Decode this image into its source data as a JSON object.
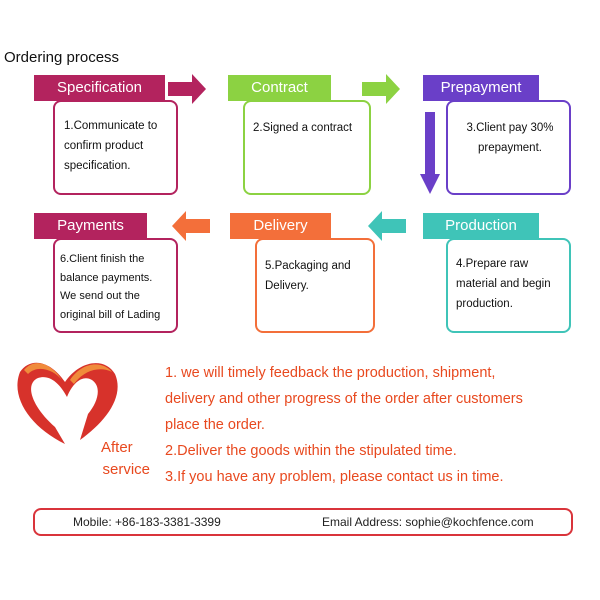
{
  "title": "Ordering process",
  "steps": [
    {
      "label": "Specification",
      "color": "#b3235e",
      "lines": [
        "1.Communicate to",
        "confirm product",
        "specification."
      ]
    },
    {
      "label": "Contract",
      "color": "#8cd242",
      "lines": [
        "2.Signed a contract"
      ]
    },
    {
      "label": "Prepayment",
      "color": "#6a3fc8",
      "lines": [
        "3.Client pay 30%",
        "prepayment."
      ]
    },
    {
      "label": "Payments",
      "color": "#b3235e",
      "lines": [
        "6.Client finish the",
        "balance payments.",
        "We send out the",
        "original bill of Lading"
      ]
    },
    {
      "label": "Delivery",
      "color": "#f36f3a",
      "lines": [
        "5.Packaging and",
        "Delivery."
      ]
    },
    {
      "label": "Production",
      "color": "#3fc4b8",
      "lines": [
        "4.Prepare raw",
        "material and begin",
        "production."
      ]
    }
  ],
  "after_service": {
    "label_line1": "After",
    "label_line2": "service",
    "notes": [
      "1. we will timely feedback the production, shipment,",
      "delivery and other progress of the order after customers",
      "place the order.",
      "2.Deliver the goods within the stipulated time.",
      "3.If you have any problem, please contact us in time."
    ],
    "text_color": "#e8491f"
  },
  "contact": {
    "mobile": "Mobile: +86-183-3381-3399",
    "email": "Email Address: sophie@kochfence.com",
    "border_color": "#d9343b"
  }
}
